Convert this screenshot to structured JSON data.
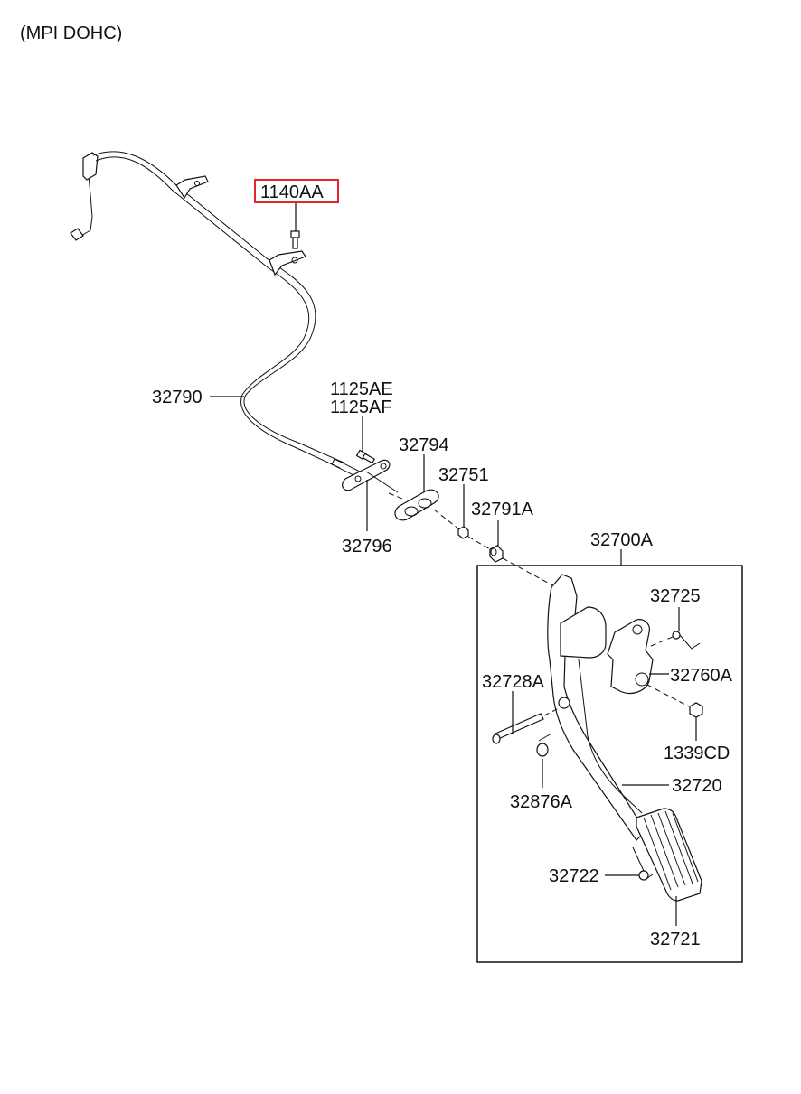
{
  "header": {
    "variant": "(MPI DOHC)"
  },
  "highlight": {
    "part": "1140AA",
    "color": "#e0262b"
  },
  "assembly": {
    "label": "32700A"
  },
  "labels": {
    "p1140AA": "1140AA",
    "p32790": "32790",
    "p1125AE": "1125AE",
    "p1125AF": "1125AF",
    "p32794": "32794",
    "p32751": "32751",
    "p32791A": "32791A",
    "p32796": "32796",
    "p32700A": "32700A",
    "p32725": "32725",
    "p32760A": "32760A",
    "p32728A": "32728A",
    "p1339CD": "1339CD",
    "p32720": "32720",
    "p32876A": "32876A",
    "p32722": "32722",
    "p32721": "32721"
  }
}
